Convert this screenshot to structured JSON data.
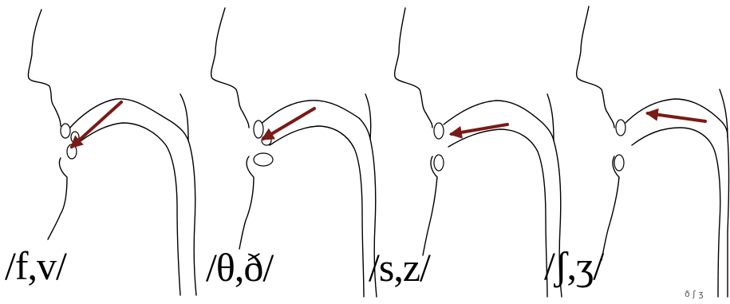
{
  "title": "",
  "colors": {
    "outline": "#000000",
    "arrow": "#7a1a16",
    "background": "#ffffff"
  },
  "panels": [
    {
      "id": "labiodental",
      "label": "/f,v/"
    },
    {
      "id": "dental",
      "label": "/θ,ð/"
    },
    {
      "id": "alveolar",
      "label": "/s,z/"
    },
    {
      "id": "postalveolar",
      "label": "/ʃ,ʒ/"
    }
  ],
  "corner_mark": "ð  ʃ  ʒ"
}
